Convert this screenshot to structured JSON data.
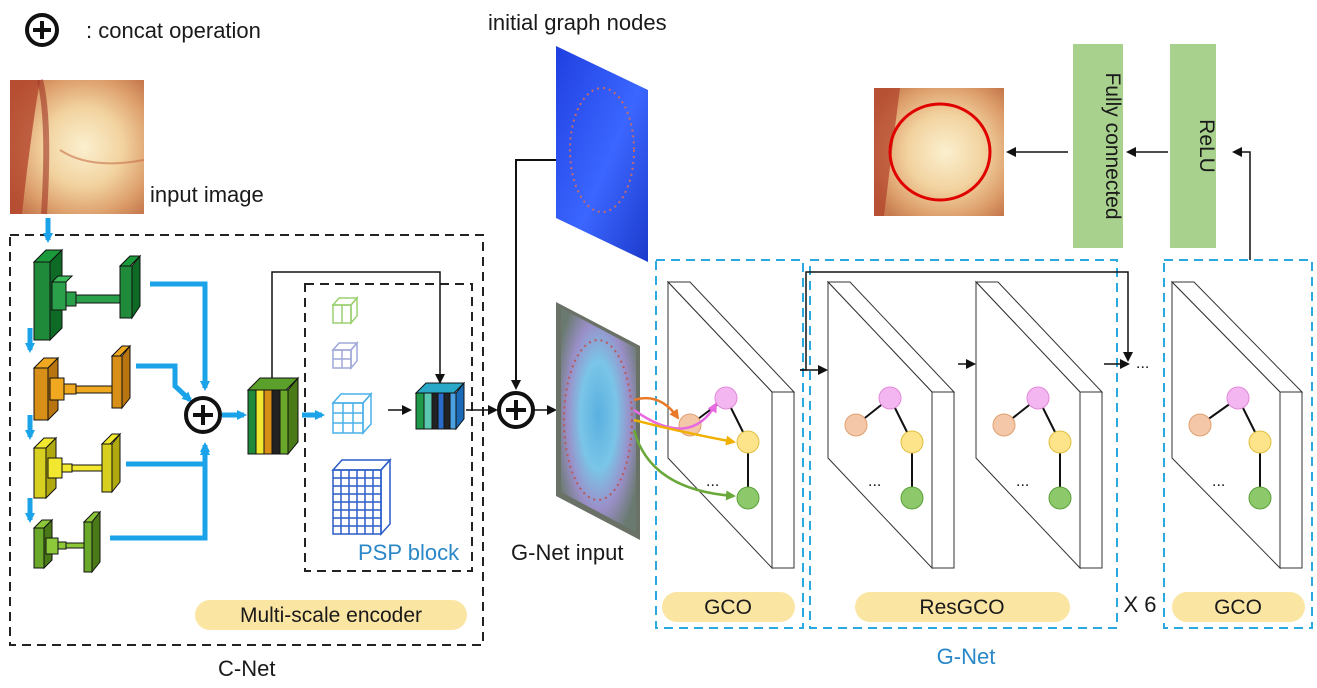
{
  "legend": {
    "concat_symbol": "⊕",
    "concat_label": ": concat operation"
  },
  "labels": {
    "initial_graph_nodes": "initial graph nodes",
    "input_image": "input image",
    "c_net": "C-Net",
    "psp_block": "PSP block",
    "multi_scale_encoder": "Multi-scale encoder",
    "g_net_input": "G-Net input",
    "g_net": "G-Net",
    "repeat": "X 6",
    "ellipsis": "...",
    "ellipsis_small": "...",
    "ellipsis_small_2": "...",
    "ellipsis_small_3": "...",
    "ellipsis_small_4": "..."
  },
  "modules": {
    "gco_1": "GCO",
    "resgco": "ResGCO",
    "gco_2": "GCO",
    "fully_connected": "Fully connected",
    "relu": "ReLU"
  },
  "colors": {
    "blue_arrow": "#1aa3e8",
    "cyan_dash": "#2aa8e0",
    "green_box": "#a9d18e",
    "pill": "#fbe5a3",
    "node_orange": "#f4c7a8",
    "node_pink": "#f4b6f0",
    "node_yellow": "#fde48a",
    "node_green": "#8dc96a"
  }
}
